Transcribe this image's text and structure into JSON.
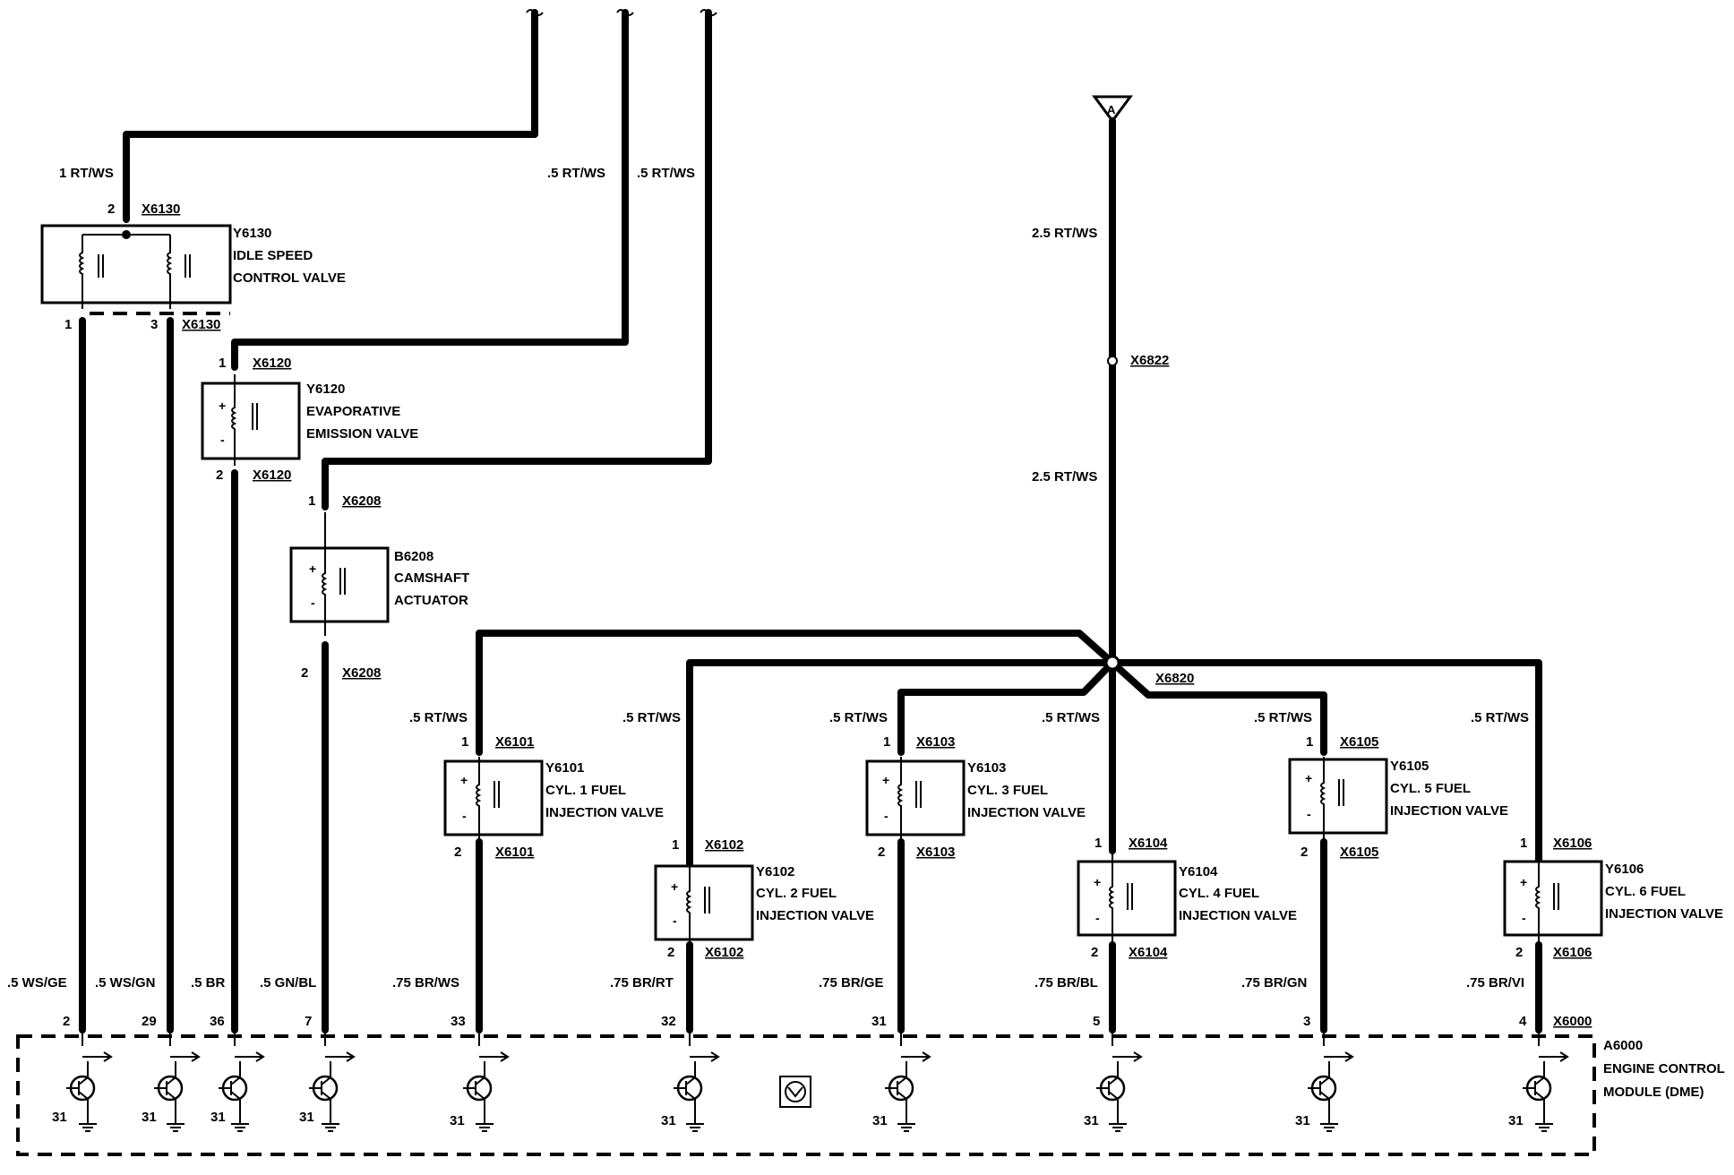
{
  "top_wires": [
    {
      "label": "1 RT/WS"
    },
    {
      "label": ".5 RT/WS"
    },
    {
      "label": ".5 RT/WS"
    }
  ],
  "components": [
    {
      "id": "Y6130",
      "lines": [
        "IDLE SPEED",
        "CONTROL VALVE"
      ],
      "top_pin": "2",
      "top_conn": "X6130",
      "bottom_pins": [
        "1",
        "3"
      ],
      "bottom_conn": "X6130"
    },
    {
      "id": "Y6120",
      "lines": [
        "EVAPORATIVE",
        "EMISSION VALVE"
      ],
      "top_pin": "1",
      "top_conn": "X6120",
      "bottom_pin": "2",
      "bottom_conn": "X6120"
    },
    {
      "id": "B6208",
      "lines": [
        "CAMSHAFT",
        "ACTUATOR"
      ],
      "top_pin": "1",
      "top_conn": "X6208",
      "bottom_pin": "2",
      "bottom_conn": "X6208"
    }
  ],
  "injectors": [
    {
      "id": "Y6101",
      "lines": [
        "CYL. 1 FUEL",
        "INJECTION VALVE"
      ],
      "top_pin": "1",
      "top_conn": "X6101",
      "bottom_pin": "2",
      "bottom_conn": "X6101",
      "feed_label": ".5 RT/WS"
    },
    {
      "id": "Y6102",
      "lines": [
        "CYL. 2 FUEL",
        "INJECTION VALVE"
      ],
      "top_pin": "1",
      "top_conn": "X6102",
      "bottom_pin": "2",
      "bottom_conn": "X6102",
      "feed_label": ".5 RT/WS"
    },
    {
      "id": "Y6103",
      "lines": [
        "CYL. 3 FUEL",
        "INJECTION VALVE"
      ],
      "top_pin": "1",
      "top_conn": "X6103",
      "bottom_pin": "2",
      "bottom_conn": "X6103",
      "feed_label": ".5 RT/WS"
    },
    {
      "id": "Y6104",
      "lines": [
        "CYL. 4 FUEL",
        "INJECTION VALVE"
      ],
      "top_pin": "1",
      "top_conn": "X6104",
      "bottom_pin": "2",
      "bottom_conn": "X6104",
      "feed_label": ".5 RT/WS"
    },
    {
      "id": "Y6105",
      "lines": [
        "CYL. 5 FUEL",
        "INJECTION VALVE"
      ],
      "top_pin": "1",
      "top_conn": "X6105",
      "bottom_pin": "2",
      "bottom_conn": "X6105",
      "feed_label": ".5 RT/WS"
    },
    {
      "id": "Y6106",
      "lines": [
        "CYL. 6 FUEL",
        "INJECTION VALVE"
      ],
      "top_pin": "1",
      "top_conn": "X6106",
      "bottom_pin": "2",
      "bottom_conn": "X6106",
      "feed_label": ".5 RT/WS"
    }
  ],
  "main_feed": {
    "terminal": "A",
    "upper_label": "2.5 RT/WS",
    "connector": "X6822",
    "lower_label": "2.5 RT/WS",
    "splice": "X6820"
  },
  "bottom_wires": [
    {
      "label": ".5 WS/GE",
      "pin": "2"
    },
    {
      "label": ".5 WS/GN",
      "pin": "29"
    },
    {
      "label": ".5 BR",
      "pin": "36"
    },
    {
      "label": ".5 GN/BL",
      "pin": "7"
    },
    {
      "label": ".75 BR/WS",
      "pin": "33"
    },
    {
      "label": ".75 BR/RT",
      "pin": "32"
    },
    {
      "label": ".75 BR/GE",
      "pin": "31"
    },
    {
      "label": ".75 BR/BL",
      "pin": "5"
    },
    {
      "label": ".75 BR/GN",
      "pin": "3"
    },
    {
      "label": ".75 BR/VI",
      "pin": "4"
    }
  ],
  "module": {
    "id": "A6000",
    "lines": [
      "ENGINE CONTROL",
      "MODULE (DME)"
    ],
    "connector": "X6000",
    "ground_label": "31"
  }
}
